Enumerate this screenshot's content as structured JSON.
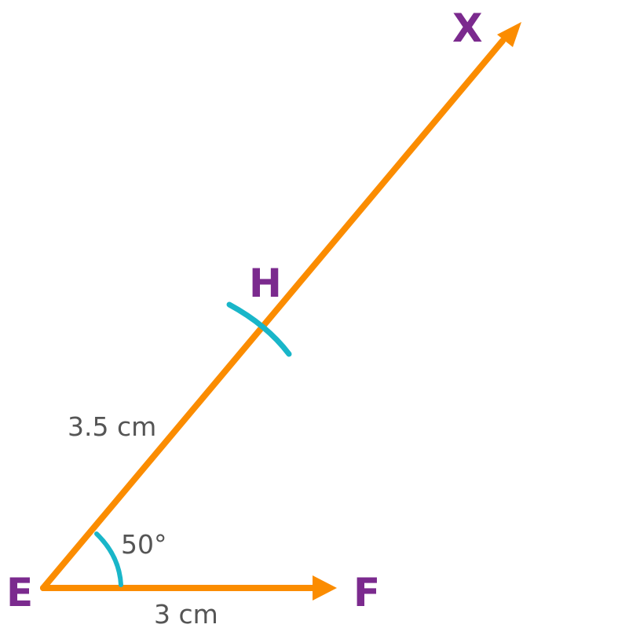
{
  "colors": {
    "construction_line": "#fb8c00",
    "arc": "#19b6c9",
    "point_label": "#7b2a8e",
    "measure_label": "#555555"
  },
  "points": {
    "E": "E",
    "F": "F",
    "H": "H",
    "X": "X"
  },
  "measurements": {
    "ef_length": "3 cm",
    "eh_length": "3.5 cm",
    "angle": "50°"
  }
}
